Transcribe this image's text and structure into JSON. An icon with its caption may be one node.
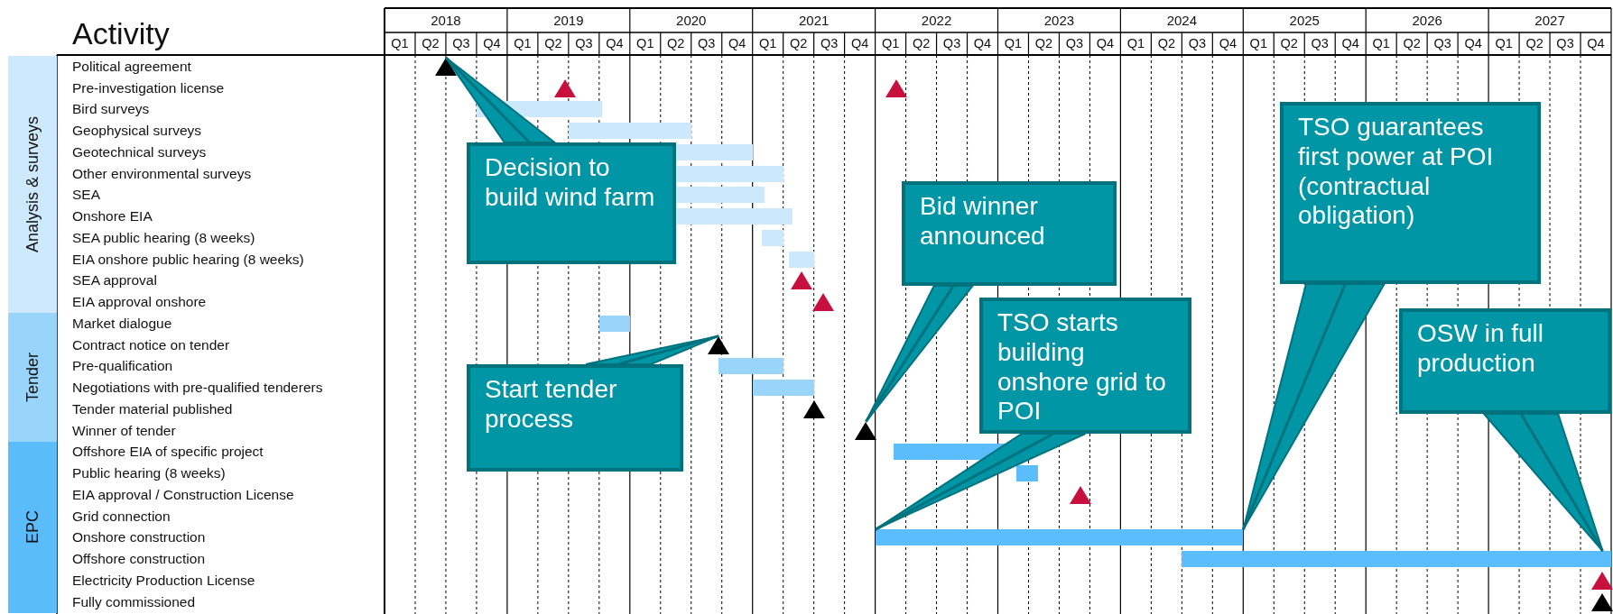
{
  "diagram": {
    "nodes": [
      {
        "text": [
          "Analysis & surveys"
        ]
      },
      {
        "text": [
          "Tender"
        ]
      },
      {
        "text": [
          "EPC"
        ]
      },
      {
        "text": [
          "Decision to build wind farm"
        ]
      },
      {
        "text": [
          "Start tender process"
        ]
      },
      {
        "text": [
          "Bid winner announced"
        ]
      },
      {
        "text": [
          "TSO starts building onshore grid to POI"
        ]
      },
      {
        "text": [
          "TSO guarantees first power at POI (contractual obligation)"
        ]
      },
      {
        "text": [
          "OSW in full production"
        ]
      },
      {
        "text": [],
        "shape": "triangle"
      },
      {
        "text": [],
        "shape": "triangle"
      },
      {
        "text": [],
        "shape": "triangle"
      },
      {
        "text": [],
        "shape": "bar"
      },
      {
        "text": [],
        "shape": "bar"
      },
      {
        "text": [],
        "shape": "bar"
      },
      {
        "text": [],
        "shape": "bar"
      },
      {
        "text": [],
        "shape": "bar"
      },
      {
        "text": [],
        "shape": "bar"
      },
      {
        "text": [],
        "shape": "bar"
      },
      {
        "text": [],
        "shape": "bar"
      },
      {
        "text": [],
        "shape": "triangle"
      },
      {
        "text": [],
        "shape": "triangle"
      },
      {
        "text": [],
        "shape": "bar"
      },
      {
        "text": [],
        "shape": "triangle"
      },
      {
        "text": [],
        "shape": "bar"
      },
      {
        "text": [],
        "shape": "bar"
      },
      {
        "text": [],
        "shape": "triangle"
      },
      {
        "text": [],
        "shape": "triangle"
      },
      {
        "text": [],
        "shape": "bar"
      },
      {
        "text": [],
        "shape": "bar"
      },
      {
        "text": [],
        "shape": "triangle"
      },
      {
        "text": [],
        "shape": "bar"
      },
      {
        "text": [],
        "shape": "bar"
      },
      {
        "text": [],
        "shape": "triangle"
      },
      {
        "text": [],
        "shape": "triangle"
      }
    ],
    "edges": [
      {
        "from": 3,
        "to": 9,
        "arrow": "none"
      },
      {
        "from": 4,
        "to": 23,
        "arrow": "none"
      },
      {
        "from": 5,
        "to": 27,
        "arrow": "none"
      },
      {
        "from": 6,
        "to": 31,
        "arrow": "none"
      },
      {
        "from": 7,
        "to": 31,
        "arrow": "none"
      },
      {
        "from": 8,
        "to": 32,
        "arrow": "none"
      }
    ],
    "labels": [
      "Activity",
      "2018",
      "2019",
      "2020",
      "2021",
      "2022",
      "2023",
      "2024",
      "2025",
      "2026",
      "2027",
      "Q1",
      "Q2",
      "Q3",
      "Q4",
      "Q1",
      "Q2",
      "Q3",
      "Q4",
      "Q1",
      "Q2",
      "Q3",
      "Q4",
      "Q1",
      "Q2",
      "Q3",
      "Q4",
      "Q1",
      "Q2",
      "Q3",
      "Q4",
      "Q1",
      "Q2",
      "Q3",
      "Q4",
      "Q1",
      "Q2",
      "Q3",
      "Q4",
      "Q1",
      "Q2",
      "Q3",
      "Q4",
      "Q1",
      "Q2",
      "Q3",
      "Q4",
      "Q1",
      "Q2",
      "Q3",
      "Q4",
      "Political agreement",
      "Pre-investigation license",
      "Bird surveys",
      "Geophysical surveys",
      "Geotechnical surveys",
      "Other environmental surveys",
      "SEA",
      "Onshore EIA",
      "SEA public hearing (8 weeks)",
      "EIA onshore public hearing (8 weeks)",
      "SEA approval",
      "EIA approval onshore",
      "Market dialogue",
      "Contract notice on tender",
      "Pre-qualification",
      "Negotiations with pre-qualified tenderers",
      "Tender material published",
      "Winner of tender",
      "Offshore EIA of specific project",
      "Public hearing (8 weeks)",
      "EIA approval / Construction License",
      "Grid connection",
      "Onshore construction",
      "Offshore construction",
      "Electricity Production License",
      "Fully commissioned"
    ]
  }
}
